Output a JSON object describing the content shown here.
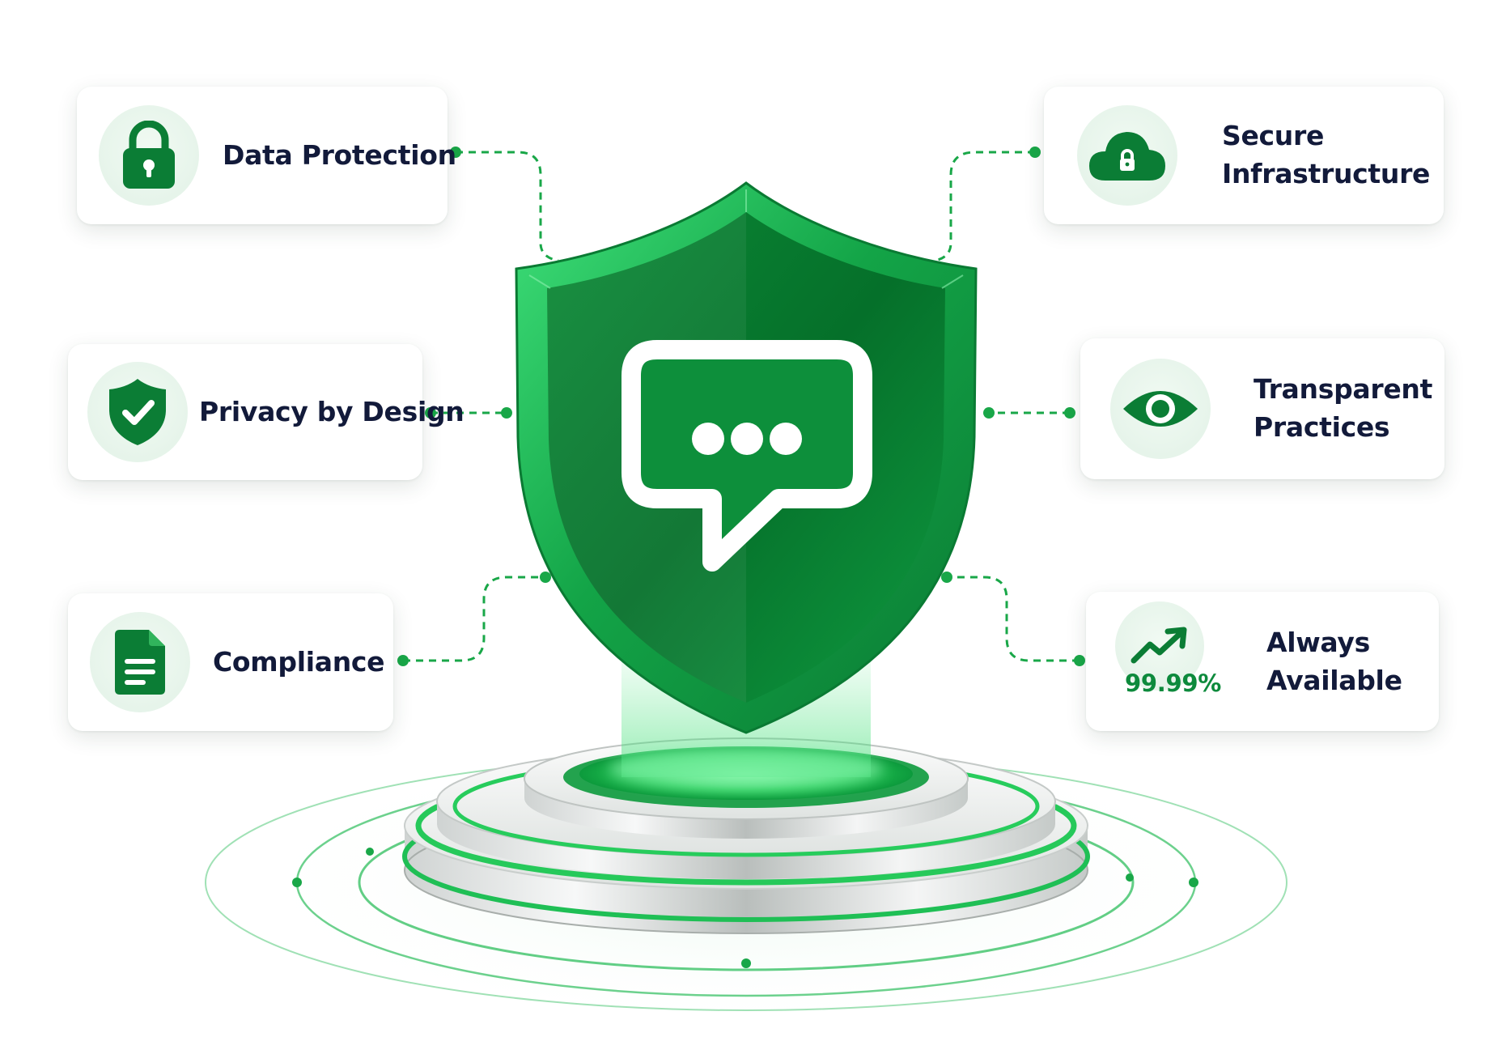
{
  "features": {
    "data_protection": {
      "label": "Data Protection",
      "icon": "lock-icon"
    },
    "privacy_by_design": {
      "label": "Privacy by Design",
      "icon": "shield-check-icon"
    },
    "compliance": {
      "label": "Compliance",
      "icon": "document-icon"
    },
    "secure_infrastructure": {
      "line1": "Secure",
      "line2": "Infrastructure",
      "icon": "cloud-lock-icon"
    },
    "transparent_practices": {
      "line1": "Transparent",
      "line2": "Practices",
      "icon": "eye-icon"
    },
    "always_available": {
      "line1": "Always",
      "line2": "Available",
      "metric": "99.99%",
      "icon": "trend-up-icon"
    }
  },
  "center": {
    "icon": "chat-bubble-icon",
    "badge": "shield-icon"
  },
  "colors": {
    "accent": "#0d8a3c",
    "accent_light": "#2fcf5e",
    "accent_dark": "#045a24",
    "text": "#121a3a",
    "card_bg": "#ffffff"
  }
}
